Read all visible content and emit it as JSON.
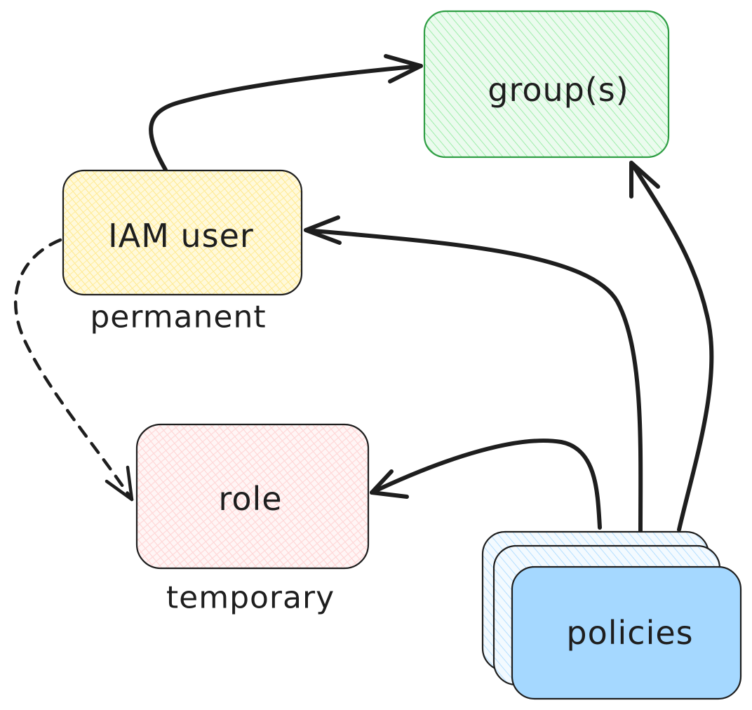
{
  "nodes": {
    "groups": {
      "label": "group(s)",
      "fill": "#d3f9d8",
      "stroke": "#2f9e44"
    },
    "iam_user": {
      "label": "IAM user",
      "fill": "#fff3bf",
      "stroke": "#1e1e1e"
    },
    "role": {
      "label": "role",
      "fill": "#ffe3e3",
      "stroke": "#1e1e1e"
    },
    "policies": {
      "label": "policies",
      "fill": "#a5d8ff",
      "stroke": "#1e1e1e"
    }
  },
  "captions": {
    "iam_user": "permanent",
    "role": "temporary"
  },
  "edges": [
    {
      "from": "iam_user",
      "to": "groups",
      "style": "solid"
    },
    {
      "from": "policies",
      "to": "iam_user",
      "style": "solid"
    },
    {
      "from": "policies",
      "to": "groups",
      "style": "solid"
    },
    {
      "from": "policies",
      "to": "role",
      "style": "solid"
    },
    {
      "from": "iam_user",
      "to": "role",
      "style": "dashed"
    }
  ],
  "colors": {
    "ink": "#1e1e1e",
    "stack_fill": "#e7f5ff"
  }
}
